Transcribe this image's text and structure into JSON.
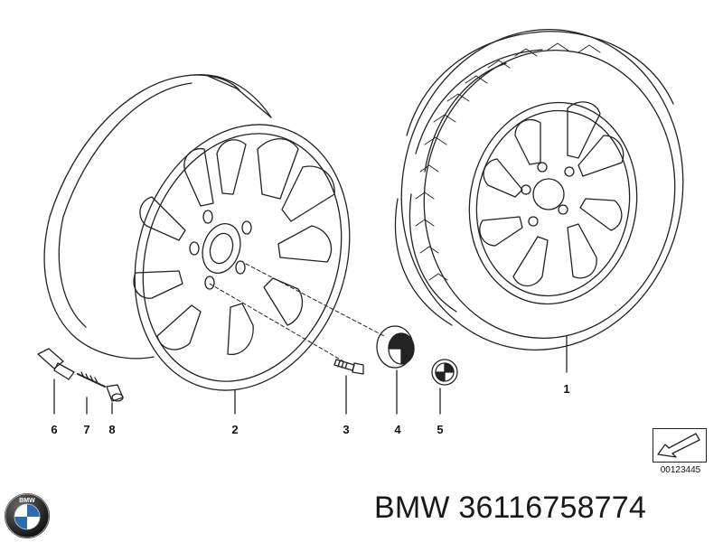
{
  "callouts": [
    "1",
    "2",
    "3",
    "4",
    "5",
    "6",
    "7",
    "8"
  ],
  "reference_id": "00123445",
  "footer": {
    "brand": "BMW",
    "part_number": "36116758774",
    "title": "BMW 36116758774"
  },
  "logo": {
    "text": "BMW",
    "icon": "bmw-roundel-icon"
  },
  "colors": {
    "line": "#222222",
    "text": "#111111",
    "logo_blue": "#2b6cb0"
  }
}
